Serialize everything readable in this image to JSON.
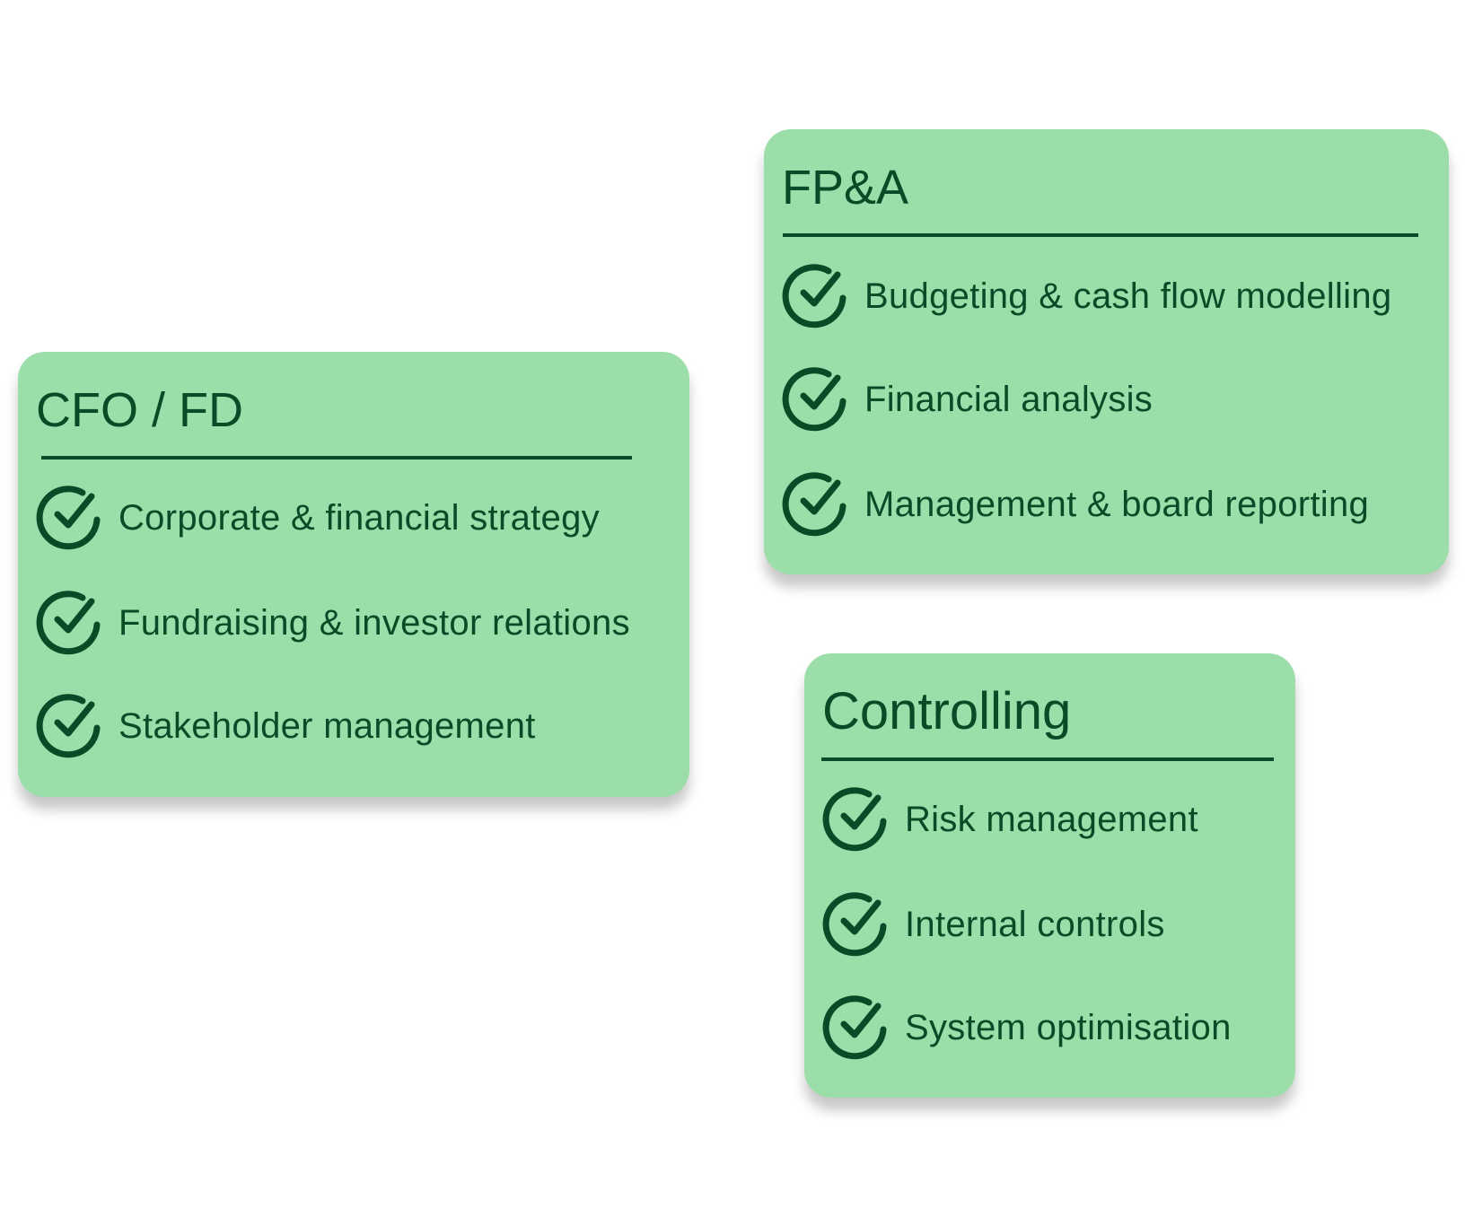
{
  "colors": {
    "card_bg": "#9CDEAA",
    "text": "#0B4A27"
  },
  "cards": [
    {
      "title": "CFO / FD",
      "items": [
        {
          "icon": "check-circle-icon",
          "label": "Corporate & financial strategy"
        },
        {
          "icon": "check-circle-icon",
          "label": "Fundraising & investor relations"
        },
        {
          "icon": "check-circle-icon",
          "label": "Stakeholder management"
        }
      ]
    },
    {
      "title": "FP&A",
      "items": [
        {
          "icon": "check-circle-icon",
          "label": "Budgeting & cash flow modelling"
        },
        {
          "icon": "check-circle-icon",
          "label": "Financial analysis"
        },
        {
          "icon": "check-circle-icon",
          "label": "Management & board reporting"
        }
      ]
    },
    {
      "title": "Controlling",
      "items": [
        {
          "icon": "check-circle-icon",
          "label": "Risk management"
        },
        {
          "icon": "check-circle-icon",
          "label": "Internal controls"
        },
        {
          "icon": "check-circle-icon",
          "label": "System optimisation"
        }
      ]
    }
  ]
}
